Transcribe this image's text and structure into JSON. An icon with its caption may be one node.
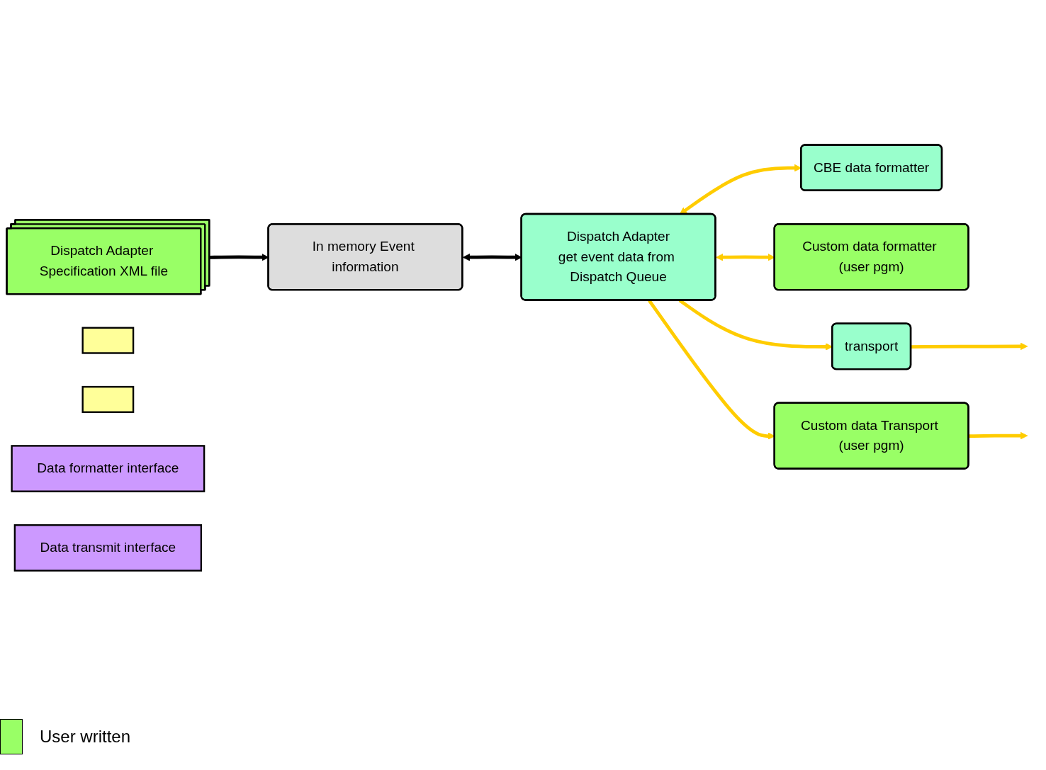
{
  "diagram": {
    "nodes": [
      {
        "text": [
          "Dispatch Adapter Specification XML file"
        ]
      },
      {
        "text": [
          "In memory Event information"
        ]
      },
      {
        "text": [
          "Dispatch Adapter",
          "get event data from Dispatch Queue"
        ]
      },
      {
        "text": [
          "CBE data formatter"
        ]
      },
      {
        "text": [
          "Custom data formatter (user pgm)"
        ]
      },
      {
        "text": [
          "transport"
        ]
      },
      {
        "text": [
          "Custom data Transport (user pgm)"
        ]
      },
      {
        "text": [],
        "shape": "box"
      },
      {
        "text": [],
        "shape": "box"
      },
      {
        "text": [
          "Data formatter interface"
        ]
      },
      {
        "text": [
          "Data transmit interface"
        ]
      }
    ],
    "edges": [
      {
        "from": 0,
        "to": 1,
        "arrow": "to",
        "color": "#000000"
      },
      {
        "from": 1,
        "to": 2,
        "arrow": "both",
        "color": "#000000"
      },
      {
        "from": 2,
        "to": 3,
        "arrow": "both"
      },
      {
        "from": 2,
        "to": 4,
        "arrow": "both"
      },
      {
        "from": 2,
        "to": 5,
        "arrow": "to"
      },
      {
        "from": 2,
        "to": 6,
        "arrow": "to"
      },
      {
        "from": 5,
        "to": null,
        "arrow": "to"
      },
      {
        "from": 6,
        "to": null,
        "arrow": "to"
      }
    ],
    "legend": [
      {
        "text": "User written",
        "color": "#99ff66"
      }
    ]
  }
}
